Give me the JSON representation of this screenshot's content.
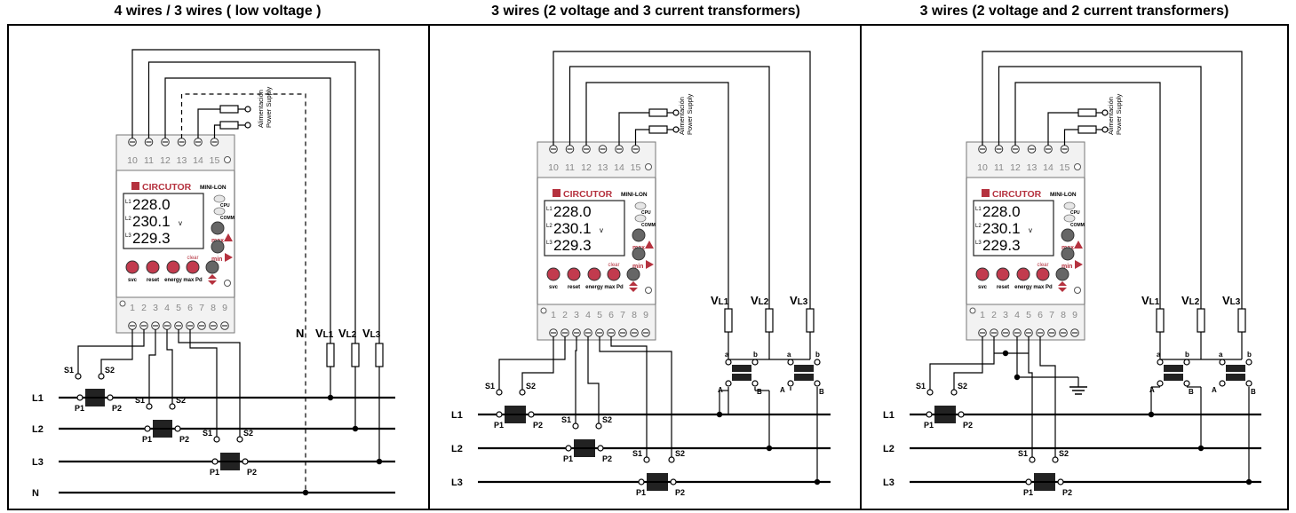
{
  "panels": [
    {
      "title": "4 wires  / 3 wires ( low voltage )",
      "lines": [
        "L1",
        "L2",
        "L3",
        "N"
      ],
      "voltage_labels": [
        "N",
        "VL1",
        "VL2",
        "VL3"
      ]
    },
    {
      "title": "3 wires (2 voltage and 3 current transformers)",
      "lines": [
        "L1",
        "L2",
        "L3"
      ],
      "voltage_labels": [
        "VL1",
        "VL2",
        "VL3"
      ]
    },
    {
      "title": "3 wires (2 voltage and 2 current transformers)",
      "lines": [
        "L1",
        "L2",
        "L3"
      ],
      "voltage_labels": [
        "VL1",
        "VL2",
        "VL3"
      ]
    }
  ],
  "device": {
    "brand": "CIRCUTOR",
    "model": "MINI-LON",
    "top_terminals": [
      "10",
      "11",
      "12",
      "13",
      "14",
      "15"
    ],
    "bottom_terminals": [
      "1",
      "2",
      "3",
      "4",
      "5",
      "6",
      "7",
      "8",
      "9"
    ],
    "display_prefixes": [
      "L1",
      "L2",
      "L3"
    ],
    "display_values": [
      "228.0",
      "230.1",
      "229.3"
    ],
    "display_unit": "v",
    "leds": [
      "CPU",
      "COMM"
    ],
    "side_buttons": [
      "max",
      "min"
    ],
    "bottom_buttons": [
      "svc",
      "reset",
      "energy",
      "max Pd"
    ],
    "clear_label": "clear",
    "power_supply_labels": [
      "Alimentación",
      "Power Supply"
    ]
  },
  "terminal_labels": {
    "ct_primary": [
      "P1",
      "P2"
    ],
    "ct_secondary": [
      "S1",
      "S2"
    ],
    "vt_primary": [
      "A",
      "B"
    ],
    "vt_secondary": [
      "a",
      "b"
    ]
  },
  "colors": {
    "wire": "#000000",
    "device_frame": "#f2f2f2",
    "button_red": "#c23b4e",
    "button_grey": "#666666",
    "arrow_red": "#b5323f",
    "led": "#e6e6e6"
  }
}
